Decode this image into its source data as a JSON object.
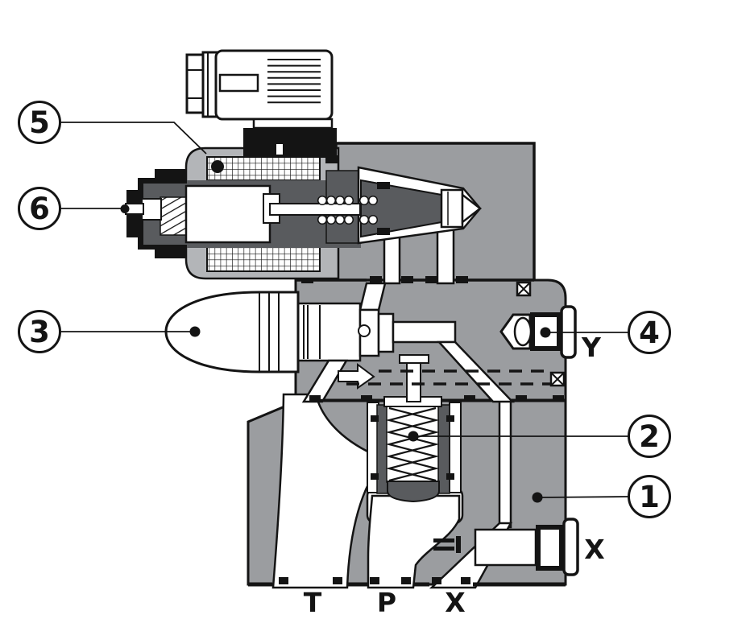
{
  "diagram": {
    "callouts": [
      {
        "label": "1"
      },
      {
        "label": "2"
      },
      {
        "label": "3"
      },
      {
        "label": "4"
      },
      {
        "label": "5"
      },
      {
        "label": "6"
      }
    ],
    "port_labels": {
      "bottom": [
        "T",
        "P",
        "X"
      ],
      "right_upper": "Y",
      "right_lower": "X"
    },
    "colors": {
      "body_gray": "#9b9da0",
      "shell_gray": "#b3b5b8",
      "dark_gray": "#595b5e",
      "line_black": "#141414",
      "white": "#ffffff"
    },
    "symbols": {
      "orifice_restrictor": "x-in-square-icon",
      "flow_direction": "right-arrow-icon"
    }
  }
}
